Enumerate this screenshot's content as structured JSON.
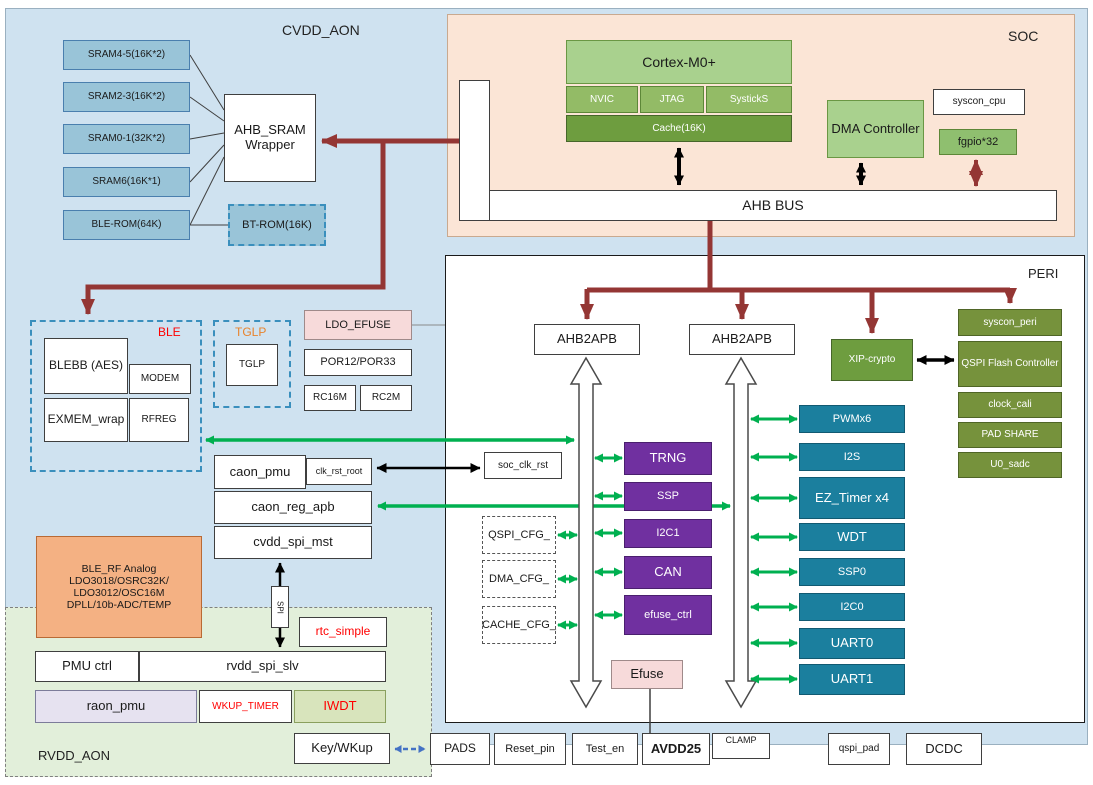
{
  "regions": {
    "cvdd_aon": "CVDD_AON",
    "soc": "SOC",
    "peri": "PERI",
    "rvdd_aon": "RVDD_AON",
    "ble": "BLE",
    "tglp": "TGLP"
  },
  "memory": {
    "sram45": "SRAM4-5(16K*2)",
    "sram23": "SRAM2-3(16K*2)",
    "sram01": "SRAM0-1(32K*2)",
    "sram6": "SRAM6(16K*1)",
    "ble_rom": "BLE-ROM(64K)",
    "wrapper": "AHB_SRAM Wrapper",
    "bt_rom": "BT-ROM(16K)"
  },
  "soc": {
    "cpu": "Cortex-M0+",
    "nvic": "NVIC",
    "jtag": "JTAG",
    "systick": "SystickS",
    "cache": "Cache(16K)",
    "dma": "DMA Controller",
    "syscon_cpu": "syscon_cpu",
    "fgpio": "fgpio*32",
    "ahb_bus": "AHB BUS"
  },
  "cvdd": {
    "ldo_efuse": "LDO_EFUSE",
    "por": "POR12/POR33",
    "rc16m": "RC16M",
    "rc2m": "RC2M",
    "blebb": "BLEBB (AES)",
    "modem": "MODEM",
    "exmem": "EXMEM_wrap",
    "rfreg": "RFREG",
    "tglp_inner": "TGLP",
    "caon_pmu": "caon_pmu",
    "clk_rst_root": "clk_rst_root",
    "caon_reg_apb": "caon_reg_apb",
    "cvdd_spi_mst": "cvdd_spi_mst",
    "ble_rf_line1": "BLE_RF Analog",
    "ble_rf_line2": "LDO3018/OSRC32K/",
    "ble_rf_line3": "LDO3012/OSC16M",
    "ble_rf_line4": "DPLL/10b-ADC/TEMP",
    "spi_link": "SPI"
  },
  "rvdd": {
    "rtc_simple": "rtc_simple",
    "pmu_ctrl": "PMU ctrl",
    "rvdd_spi_slv": "rvdd_spi_slv",
    "raon_pmu": "raon_pmu",
    "wkup_timer": "WKUP_TIMER",
    "iwdt": "IWDT",
    "keywkup": "Key/WKup"
  },
  "peri": {
    "ahb2apb1": "AHB2APB",
    "ahb2apb2": "AHB2APB",
    "xip": "XIP-crypto",
    "syscon_peri": "syscon_peri",
    "qspi_flash": "QSPI Flash Controller",
    "clock_cali": "clock_cali",
    "pad_share": "PAD SHARE",
    "u0_sadc": "U0_sadc",
    "soc_clk_rst": "soc_clk_rst",
    "trng": "TRNG",
    "ssp": "SSP",
    "i2c1": "I2C1",
    "can": "CAN",
    "efuse_ctrl": "efuse_ctrl",
    "efuse": "Efuse",
    "qspi_cfg": "QSPI_CFG_",
    "dma_cfg": "DMA_CFG_",
    "cache_cfg": "CACHE_CFG_",
    "pwm": "PWMx6",
    "i2s": "I2S",
    "ez_timer": "EZ_Timer x4",
    "wdt": "WDT",
    "ssp0": "SSP0",
    "i2c0": "I2C0",
    "uart0": "UART0",
    "uart1": "UART1"
  },
  "bottom": {
    "pads": "PADS",
    "reset_pin": "Reset_pin",
    "test_en": "Test_en",
    "avdd25": "AVDD25",
    "clamp": "CLAMP",
    "qspi_pad": "qspi_pad",
    "dcdc": "DCDC"
  },
  "colors": {
    "dark_red_arrow": "#943634",
    "green_arrow": "#00b050",
    "black_arrow": "#000000",
    "blue_arrow": "#4472c4",
    "purple_block": "#7030a0",
    "teal_block": "#1b7f9e",
    "olive_block": "#76923c",
    "light_green_block": "#a9d18e",
    "cyan_block": "#99c4d8",
    "pink_block": "#f7dada",
    "orange_block": "#f4b183",
    "cvdd_bg": "#cfe2f0",
    "soc_bg": "#fbe5d6",
    "rvdd_bg": "#e2efda"
  }
}
